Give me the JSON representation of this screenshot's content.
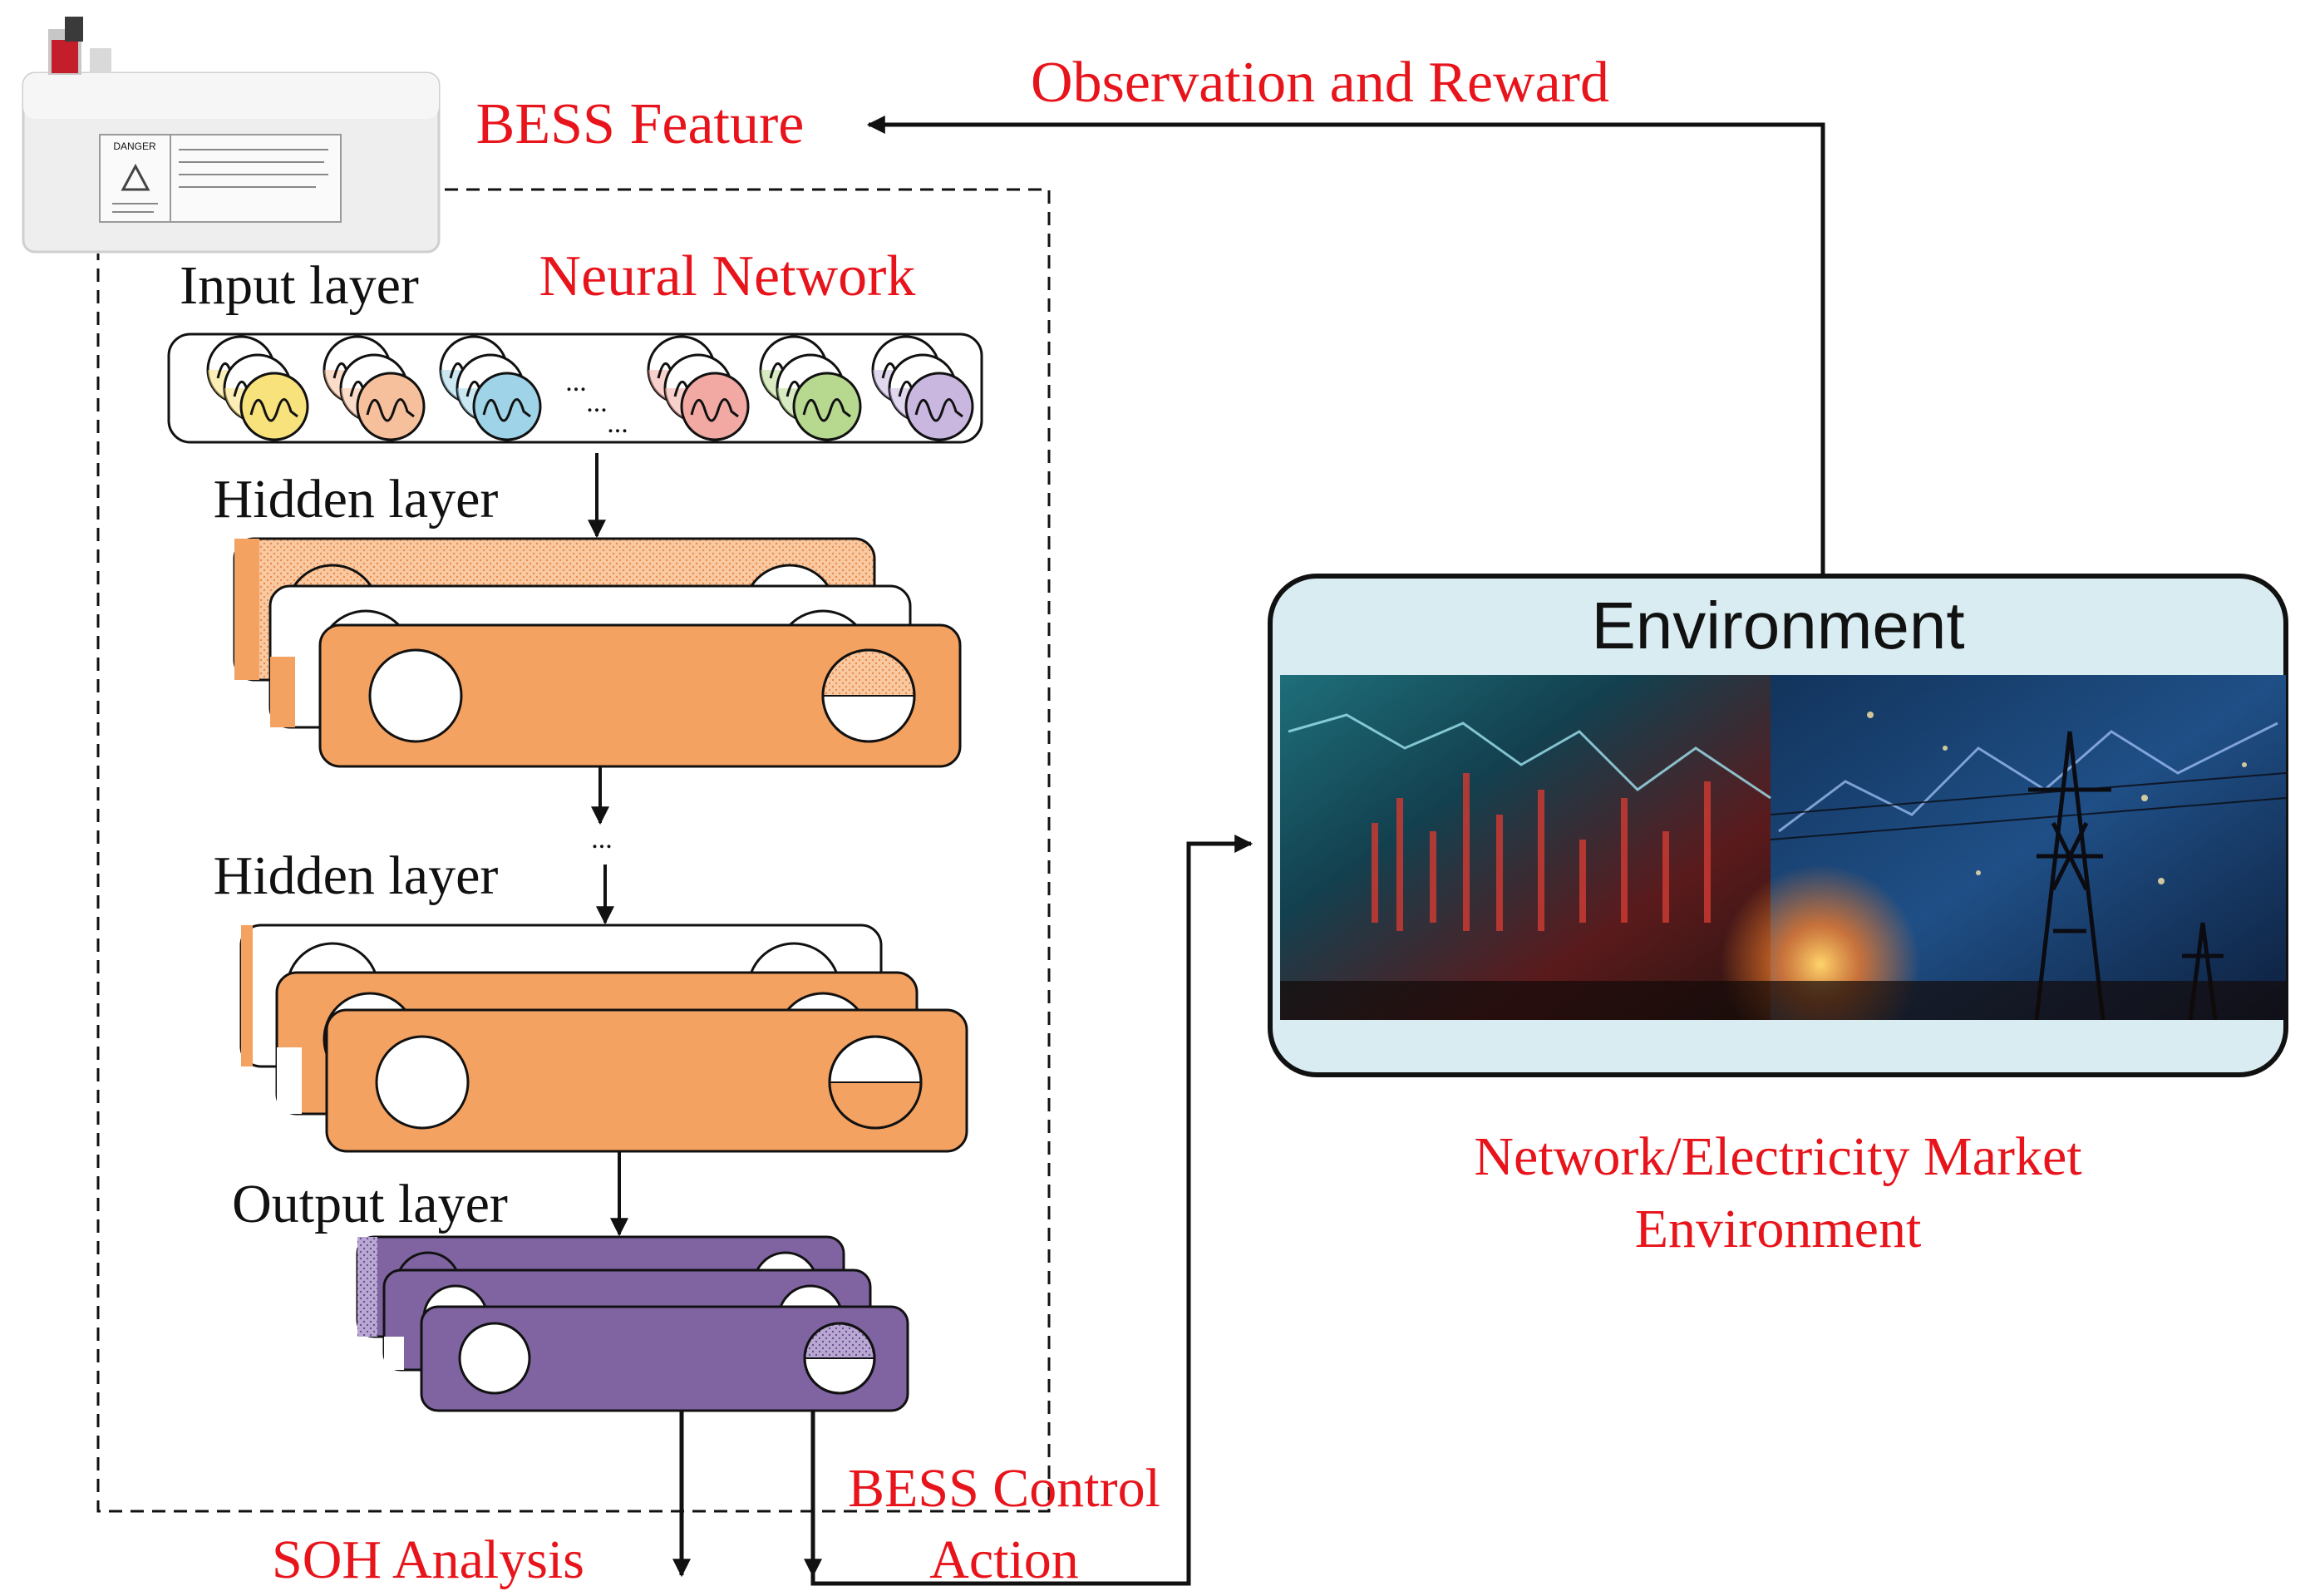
{
  "labels": {
    "observation_reward": "Observation and Reward",
    "bess_feature": "BESS Feature",
    "neural_network": "Neural Network",
    "input_layer": "Input layer",
    "hidden_layer_1": "Hidden layer",
    "hidden_layer_2": "Hidden layer",
    "output_layer": "Output layer",
    "ellipsis_input_1": "...",
    "ellipsis_input_2": "...",
    "ellipsis_input_3": "...",
    "ellipsis_hidden": "...",
    "soh_analysis": "SOH Analysis",
    "bess_control_line1": "BESS Control",
    "bess_control_line2": "Action",
    "environment_title": "Environment",
    "market_env_line1": "Network/Electricity Market",
    "market_env_line2": "Environment"
  },
  "battery": {
    "danger_label": "DANGER"
  },
  "colors": {
    "label_red": "#e8141b",
    "hidden_orange": "#f4a261",
    "output_purple": "#8064a2",
    "env_panel": "#d8ecf2",
    "input_yellow": "#f7e27c",
    "input_peach": "#f7c09c",
    "input_blue": "#9fd3e8",
    "input_pink": "#f2a9a3",
    "input_green": "#b7d98f",
    "input_lavender": "#c9b7e0"
  },
  "icons": {
    "battery": "battery-icon",
    "neuron": "waveform-neuron-icon",
    "environment_photo": "market-grid-photo"
  }
}
